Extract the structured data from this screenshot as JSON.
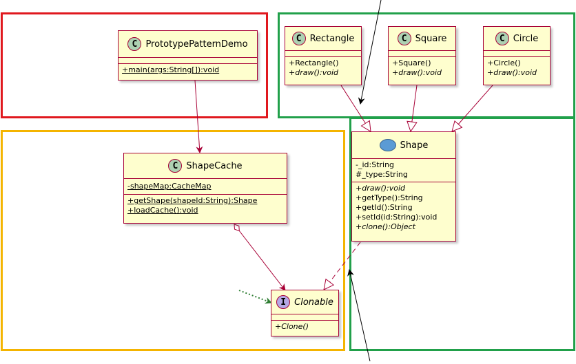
{
  "colors": {
    "red_region": "#E0181E",
    "green_region": "#21A04A",
    "yellow_region": "#F4B400",
    "box_fill": "#FEFECE",
    "box_border": "#A80036",
    "class_stereo": "#ADD1B2",
    "interface_stereo": "#B4A7E5",
    "shape_icon": "#5B9BD5",
    "dotted_arrow": "#2E7D32"
  },
  "classes": {
    "demo": {
      "stereotype": "C",
      "name": "PrototypePatternDemo",
      "methods": [
        "+main(args:String[]):void"
      ]
    },
    "rectangle": {
      "stereotype": "C",
      "name": "Rectangle",
      "methods": [
        "+Rectangle()",
        "+draw():void"
      ]
    },
    "square": {
      "stereotype": "C",
      "name": "Square",
      "methods": [
        "+Square()",
        "+draw():void"
      ]
    },
    "circle": {
      "stereotype": "C",
      "name": "Circle",
      "methods": [
        "+Circle()",
        "+draw():void"
      ]
    },
    "shapecache": {
      "stereotype": "C",
      "name": "ShapeCache",
      "fields": [
        "-shapeMap:CacheMap"
      ],
      "methods": [
        "+getShape(shapeId:String):Shape",
        "+loadCache():void"
      ]
    },
    "shape": {
      "icon": "shape-circle-icon",
      "name": "Shape",
      "fields": [
        "-_id:String",
        "#_type:String"
      ],
      "methods": [
        "+draw():void",
        "+getType():String",
        "+getId():String",
        "+setId(id:String):void",
        "+clone():Object"
      ]
    },
    "clonable": {
      "stereotype": "I",
      "name": "Clonable",
      "methods": [
        "+Clone()"
      ]
    }
  }
}
